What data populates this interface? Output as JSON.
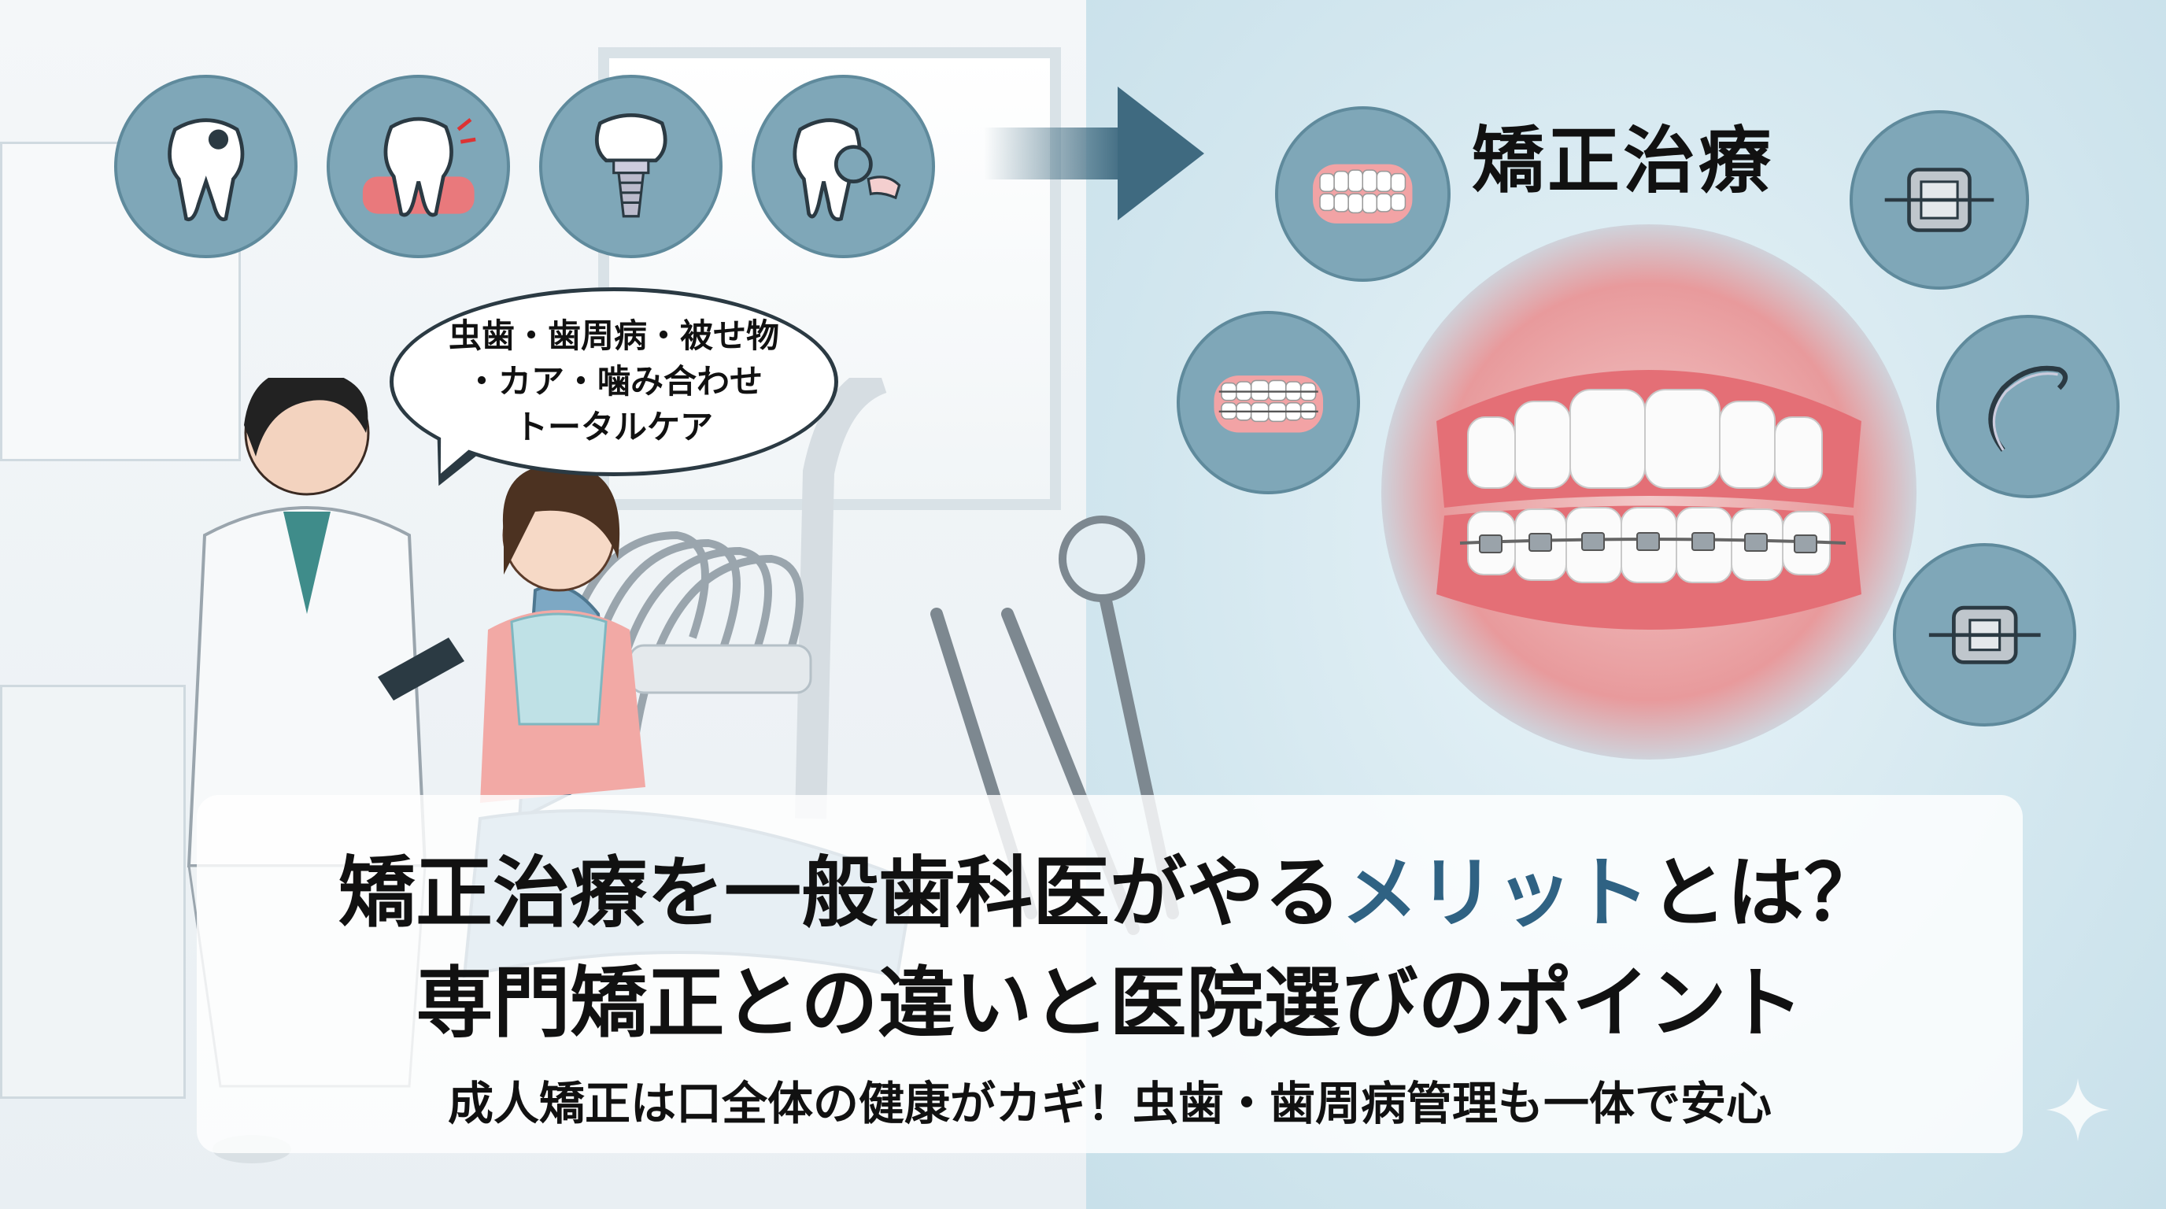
{
  "icons_left": [
    {
      "name": "decayed-tooth-icon"
    },
    {
      "name": "gum-disease-tooth-icon"
    },
    {
      "name": "dental-implant-icon"
    },
    {
      "name": "bite-tooth-icon"
    }
  ],
  "icons_right": [
    {
      "name": "teeth-smile-icon"
    },
    {
      "name": "teeth-braces-icon"
    },
    {
      "name": "bracket-icon"
    },
    {
      "name": "wire-icon"
    },
    {
      "name": "bracket-detail-icon"
    }
  ],
  "right_title": "矯正治療",
  "bubble": {
    "line1": "虫歯・歯周病・被せ物",
    "line2": "・カア・噛み合わせ",
    "line3": "トータルケア"
  },
  "headline": {
    "line1_pre": "矯正治療を一般歯科医がやる",
    "line1_accent": "メリット",
    "line1_post": "とは？",
    "line2": "専門矯正との違いと医院選びのポイント",
    "line3": "成人矯正は口全体の健康がカギ！虫歯・歯周病管理も一体で安心"
  },
  "colors": {
    "accent": "#2f6283",
    "icon_bg": "#7fa7b8",
    "gum": "#e89a9c"
  }
}
